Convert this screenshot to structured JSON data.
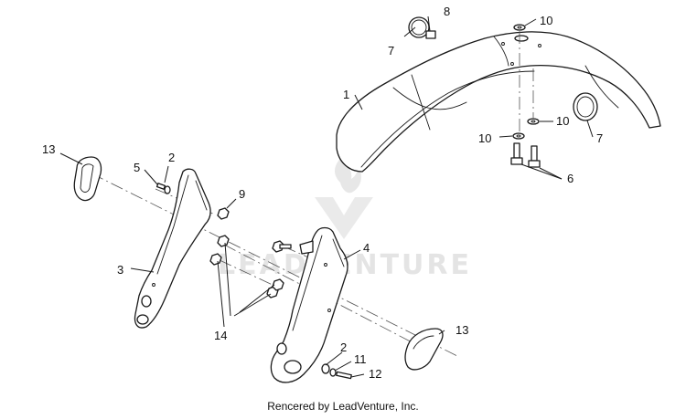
{
  "callouts": {
    "c1": "1",
    "c2a": "2",
    "c2b": "2",
    "c3": "3",
    "c4": "4",
    "c5": "5",
    "c6": "6",
    "c7a": "7",
    "c7b": "7",
    "c8": "8",
    "c9": "9",
    "c10a": "10",
    "c10b": "10",
    "c10c": "10",
    "c11": "11",
    "c12": "12",
    "c13a": "13",
    "c13b": "13",
    "c14": "14"
  },
  "watermark": {
    "text": "LEADVENTURE",
    "color": "#cfcfcf"
  },
  "credit": "Rencered by LeadVenture, Inc."
}
